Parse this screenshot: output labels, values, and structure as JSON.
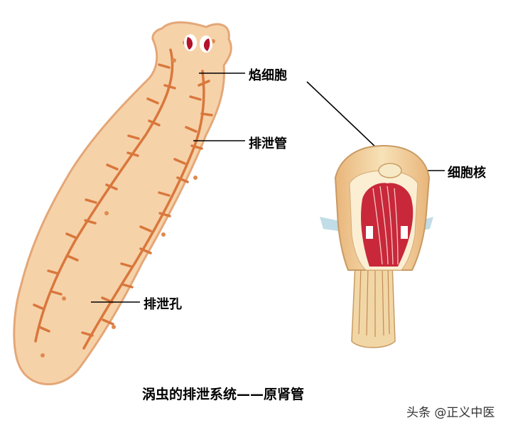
{
  "labels": {
    "flame_cell": "焰细胞",
    "excretory_duct": "排泄管",
    "excretory_pore": "排泄孔",
    "nucleus": "细胞核"
  },
  "caption": "涡虫的排泄系统——原肾管",
  "watermark": "头条 @正义中医",
  "colors": {
    "body": "#f6d2a9",
    "body_edge": "#e4a777",
    "tubules": "#d9773c",
    "eyes": "#b3132a",
    "flame": "#c8283a",
    "cell": "#f3ddb0"
  }
}
